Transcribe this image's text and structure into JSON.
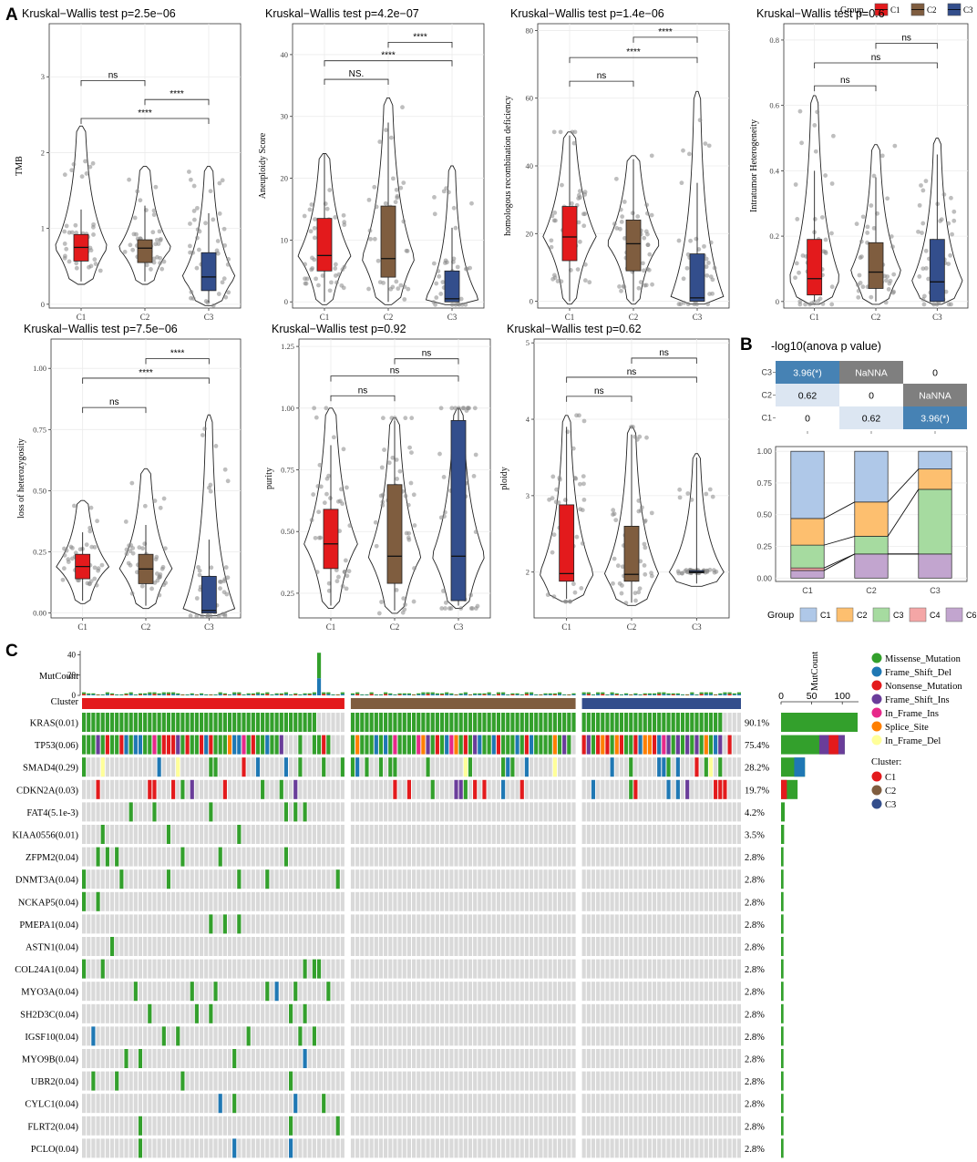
{
  "panel_labels": [
    "A",
    "B",
    "C"
  ],
  "group_legend": {
    "title": "Group",
    "items": [
      {
        "label": "C1",
        "color": "#E31A1C"
      },
      {
        "label": "C2",
        "color": "#7F5D3F"
      },
      {
        "label": "C3",
        "color": "#334E8C"
      }
    ]
  },
  "chart_data": [
    {
      "type": "violin-box",
      "title": "Kruskal−Wallis test p=2.5e−06",
      "ylabel": "TMB",
      "categories": [
        "C1",
        "C2",
        "C3"
      ],
      "ylim": [
        -0.05,
        3.7
      ],
      "yticks": [
        0,
        1,
        2,
        3
      ],
      "medians": [
        0.75,
        0.74,
        0.36
      ],
      "q1": [
        0.57,
        0.55,
        0.18
      ],
      "q3": [
        0.92,
        0.85,
        0.68
      ],
      "whisker_low": [
        0.3,
        0.3,
        0.02
      ],
      "whisker_high": [
        1.25,
        1.3,
        1.2
      ],
      "violin_max": [
        2.35,
        1.82,
        1.82
      ],
      "comparisons": [
        {
          "from": 0,
          "to": 1,
          "label": "ns",
          "y": 2.95
        },
        {
          "from": 1,
          "to": 2,
          "label": "****",
          "y": 2.7
        },
        {
          "from": 0,
          "to": 2,
          "label": "****",
          "y": 2.45
        }
      ]
    },
    {
      "type": "violin-box",
      "title": "Kruskal−Wallis test p=4.2e−07",
      "ylabel": "Aneuploidy Score",
      "categories": [
        "C1",
        "C2",
        "C3"
      ],
      "ylim": [
        -1,
        45
      ],
      "yticks": [
        0,
        10,
        20,
        30,
        40
      ],
      "medians": [
        7.5,
        7,
        0.5
      ],
      "q1": [
        5,
        4,
        0
      ],
      "q3": [
        13.5,
        15.5,
        5
      ],
      "whisker_low": [
        0,
        0,
        0
      ],
      "whisker_high": [
        24,
        29,
        12
      ],
      "violin_max": [
        24,
        33,
        22
      ],
      "comparisons": [
        {
          "from": 0,
          "to": 1,
          "label": "NS.",
          "y": 36
        },
        {
          "from": 0,
          "to": 2,
          "label": "****",
          "y": 39
        },
        {
          "from": 1,
          "to": 2,
          "label": "****",
          "y": 42
        }
      ]
    },
    {
      "type": "violin-box",
      "title": "Kruskal−Wallis test p=1.4e−06",
      "ylabel": "homologous recombination deficiency",
      "categories": [
        "C1",
        "C2",
        "C3"
      ],
      "ylim": [
        -2,
        82
      ],
      "yticks": [
        0,
        20,
        40,
        60,
        80
      ],
      "medians": [
        19,
        17,
        1
      ],
      "q1": [
        12,
        9,
        0
      ],
      "q3": [
        28,
        24,
        14
      ],
      "whisker_low": [
        0,
        0,
        0
      ],
      "whisker_high": [
        49,
        42,
        35
      ],
      "violin_max": [
        50,
        43,
        62
      ],
      "comparisons": [
        {
          "from": 0,
          "to": 1,
          "label": "ns",
          "y": 65
        },
        {
          "from": 0,
          "to": 2,
          "label": "****",
          "y": 72
        },
        {
          "from": 1,
          "to": 2,
          "label": "****",
          "y": 78
        }
      ]
    },
    {
      "type": "violin-box",
      "title": "Kruskal−Wallis test p=0.6",
      "ylabel": "Intratumor Heterogeneity",
      "categories": [
        "C1",
        "C2",
        "C3"
      ],
      "ylim": [
        -0.02,
        0.85
      ],
      "yticks": [
        0,
        0.2,
        0.4,
        0.6,
        0.8
      ],
      "medians": [
        0.07,
        0.09,
        0.06
      ],
      "q1": [
        0.02,
        0.04,
        0
      ],
      "q3": [
        0.19,
        0.18,
        0.19
      ],
      "whisker_low": [
        0,
        0,
        0
      ],
      "whisker_high": [
        0.4,
        0.38,
        0.45
      ],
      "violin_max": [
        0.63,
        0.48,
        0.5
      ],
      "comparisons": [
        {
          "from": 0,
          "to": 1,
          "label": "ns",
          "y": 0.66
        },
        {
          "from": 0,
          "to": 2,
          "label": "ns",
          "y": 0.73
        },
        {
          "from": 1,
          "to": 2,
          "label": "ns",
          "y": 0.79
        }
      ]
    },
    {
      "type": "violin-box",
      "title": "Kruskal−Wallis test p=7.5e−06",
      "ylabel": "loss of heterozygosity",
      "categories": [
        "C1",
        "C2",
        "C3"
      ],
      "ylim": [
        -0.02,
        1.12
      ],
      "yticks": [
        0,
        0.25,
        0.5,
        0.75,
        1
      ],
      "yticklabels": [
        "0.00",
        "0.25",
        "0.50",
        "0.75",
        "1.00"
      ],
      "medians": [
        0.19,
        0.18,
        0.01
      ],
      "q1": [
        0.14,
        0.12,
        0
      ],
      "q3": [
        0.24,
        0.24,
        0.15
      ],
      "whisker_low": [
        0.05,
        0.03,
        0
      ],
      "whisker_high": [
        0.33,
        0.36,
        0.3
      ],
      "violin_max": [
        0.46,
        0.59,
        0.81
      ],
      "comparisons": [
        {
          "from": 0,
          "to": 1,
          "label": "ns",
          "y": 0.84
        },
        {
          "from": 0,
          "to": 2,
          "label": "****",
          "y": 0.96
        },
        {
          "from": 1,
          "to": 2,
          "label": "****",
          "y": 1.04
        }
      ]
    },
    {
      "type": "violin-box",
      "title": "Kruskal−Wallis test p=0.92",
      "ylabel": "purity",
      "categories": [
        "C1",
        "C2",
        "C3"
      ],
      "ylim": [
        0.15,
        1.28
      ],
      "yticks": [
        0.25,
        0.5,
        0.75,
        1,
        1.25
      ],
      "yticklabels": [
        "0.25",
        "0.50",
        "0.75",
        "1.00",
        "1.25"
      ],
      "medians": [
        0.45,
        0.4,
        0.4
      ],
      "q1": [
        0.35,
        0.29,
        0.22
      ],
      "q3": [
        0.59,
        0.69,
        0.95
      ],
      "whisker_low": [
        0.2,
        0.18,
        0.2
      ],
      "whisker_high": [
        0.85,
        0.95,
        1
      ],
      "violin_max": [
        1,
        0.96,
        1
      ],
      "comparisons": [
        {
          "from": 0,
          "to": 1,
          "label": "ns",
          "y": 1.05
        },
        {
          "from": 0,
          "to": 2,
          "label": "ns",
          "y": 1.13
        },
        {
          "from": 1,
          "to": 2,
          "label": "ns",
          "y": 1.2
        }
      ]
    },
    {
      "type": "violin-box",
      "title": "Kruskal−Wallis test p=0.62",
      "ylabel": "ploidy",
      "categories": [
        "C1",
        "C2",
        "C3"
      ],
      "ylim": [
        1.4,
        5.05
      ],
      "yticks": [
        2,
        3,
        4,
        5
      ],
      "medians": [
        1.98,
        1.97,
        2
      ],
      "q1": [
        1.88,
        1.88,
        1.99
      ],
      "q3": [
        2.88,
        2.6,
        2.02
      ],
      "whisker_low": [
        1.65,
        1.6,
        1.85
      ],
      "whisker_high": [
        3.9,
        3.8,
        3.5
      ],
      "violin_max": [
        4.05,
        3.9,
        3.55
      ],
      "comparisons": [
        {
          "from": 0,
          "to": 1,
          "label": "ns",
          "y": 4.3
        },
        {
          "from": 0,
          "to": 2,
          "label": "ns",
          "y": 4.55
        },
        {
          "from": 1,
          "to": 2,
          "label": "ns",
          "y": 4.8
        }
      ]
    },
    {
      "type": "heatmap",
      "title": "-log10(anova p value)",
      "rows": [
        "C3",
        "C2",
        "C1"
      ],
      "cols": [
        "C1",
        "C2",
        "C3"
      ],
      "cells": [
        [
          {
            "text": "3.96(*)",
            "fill": "#4682B4",
            "fg": "#ffffff"
          },
          {
            "text": "NaNNA",
            "fill": "#7F7F7F",
            "fg": "#ffffff"
          },
          {
            "text": "0",
            "fill": "#ffffff",
            "fg": "#000000"
          }
        ],
        [
          {
            "text": "0.62",
            "fill": "#DCE6F2",
            "fg": "#000000"
          },
          {
            "text": "0",
            "fill": "#ffffff",
            "fg": "#000000"
          },
          {
            "text": "NaNNA",
            "fill": "#7F7F7F",
            "fg": "#ffffff"
          }
        ],
        [
          {
            "text": "0",
            "fill": "#ffffff",
            "fg": "#000000"
          },
          {
            "text": "0.62",
            "fill": "#DCE6F2",
            "fg": "#000000"
          },
          {
            "text": "3.96(*)",
            "fill": "#4682B4",
            "fg": "#ffffff"
          }
        ]
      ]
    },
    {
      "type": "bar",
      "stacked": true,
      "categories": [
        "C1",
        "C2",
        "C3"
      ],
      "ylim": [
        0,
        1
      ],
      "yticks": [
        "0.00",
        "0.25",
        "0.50",
        "0.75",
        "1.00"
      ],
      "legend_title": "Group",
      "series": [
        {
          "name": "C6",
          "color": "#C2A5CF",
          "values": [
            0.06,
            0.19,
            0.19
          ]
        },
        {
          "name": "C4",
          "color": "#F4A6A6",
          "values": [
            0.02,
            0,
            0
          ]
        },
        {
          "name": "C3",
          "color": "#A6DBA0",
          "values": [
            0.18,
            0.14,
            0.51
          ]
        },
        {
          "name": "C2",
          "color": "#FDBF6F",
          "values": [
            0.21,
            0.27,
            0.16
          ]
        },
        {
          "name": "C1",
          "color": "#AFC8E8",
          "values": [
            0.53,
            0.4,
            0.14
          ]
        }
      ],
      "legend_order": [
        "C1",
        "C2",
        "C3",
        "C4",
        "C6"
      ]
    },
    {
      "type": "oncoplot",
      "mutcount_label": "MutCount",
      "mutcount_yticks": [
        0,
        20,
        40
      ],
      "cluster_label": "Cluster",
      "side_axis_label": "MutCount",
      "side_xticks": [
        0,
        50,
        100
      ],
      "clusters": [
        {
          "name": "C1",
          "color": "#E31A1C",
          "count": 56
        },
        {
          "name": "C2",
          "color": "#7F5D3F",
          "count": 48
        },
        {
          "name": "C3",
          "color": "#334E8C",
          "count": 34
        }
      ],
      "genes": [
        {
          "label": "KRAS(0.01)",
          "pct": "90.1%",
          "total": 125
        },
        {
          "label": "TP53(0.06)",
          "pct": "75.4%",
          "total": 104
        },
        {
          "label": "SMAD4(0.29)",
          "pct": "28.2%",
          "total": 39
        },
        {
          "label": "CDKN2A(0.03)",
          "pct": "19.7%",
          "total": 27
        },
        {
          "label": "FAT4(5.1e-3)",
          "pct": "4.2%",
          "total": 6
        },
        {
          "label": "KIAA0556(0.01)",
          "pct": "3.5%",
          "total": 5
        },
        {
          "label": "ZFPM2(0.04)",
          "pct": "2.8%",
          "total": 4
        },
        {
          "label": "DNMT3A(0.04)",
          "pct": "2.8%",
          "total": 4
        },
        {
          "label": "NCKAP5(0.04)",
          "pct": "2.8%",
          "total": 4
        },
        {
          "label": "PMEPA1(0.04)",
          "pct": "2.8%",
          "total": 4
        },
        {
          "label": "ASTN1(0.04)",
          "pct": "2.8%",
          "total": 4
        },
        {
          "label": "COL24A1(0.04)",
          "pct": "2.8%",
          "total": 4
        },
        {
          "label": "MYO3A(0.04)",
          "pct": "2.8%",
          "total": 4
        },
        {
          "label": "SH2D3C(0.04)",
          "pct": "2.8%",
          "total": 4
        },
        {
          "label": "IGSF10(0.04)",
          "pct": "2.8%",
          "total": 4
        },
        {
          "label": "MYO9B(0.04)",
          "pct": "2.8%",
          "total": 4
        },
        {
          "label": "UBR2(0.04)",
          "pct": "2.8%",
          "total": 4
        },
        {
          "label": "CYLC1(0.04)",
          "pct": "2.8%",
          "total": 4
        },
        {
          "label": "FLRT2(0.04)",
          "pct": "2.8%",
          "total": 4
        },
        {
          "label": "PCLO(0.04)",
          "pct": "2.8%",
          "total": 4
        }
      ],
      "variant_legend": [
        {
          "name": "Missense_Mutation",
          "color": "#33A02C"
        },
        {
          "name": "Frame_Shift_Del",
          "color": "#1F78B4"
        },
        {
          "name": "Nonsense_Mutation",
          "color": "#E31A1C"
        },
        {
          "name": "Frame_Shift_Ins",
          "color": "#6A3D9A"
        },
        {
          "name": "In_Frame_Ins",
          "color": "#E7298A"
        },
        {
          "name": "Splice_Site",
          "color": "#FF7F00"
        },
        {
          "name": "In_Frame_Del",
          "color": "#FFFF99"
        }
      ],
      "cluster_legend_title": "Cluster:",
      "empty_color": "#D9D9D9"
    }
  ]
}
